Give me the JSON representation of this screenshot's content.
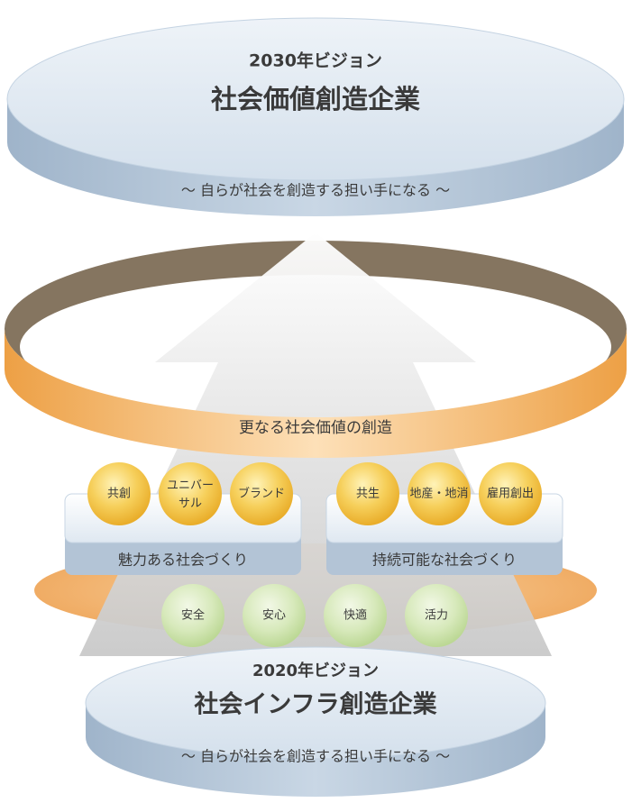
{
  "top_platform": {
    "year_label": "2030年ビジョン",
    "title": "社会価値創造企業",
    "tagline": "〜 自らが社会を創造する担い手になる 〜"
  },
  "ring": {
    "label": "更なる社会価値の創造"
  },
  "left_group": {
    "label": "魅力ある社会づくり",
    "circles": [
      {
        "line1": "共創",
        "line2": ""
      },
      {
        "line1": "ユニバー",
        "line2": "サル"
      },
      {
        "line1": "ブランド",
        "line2": ""
      }
    ]
  },
  "right_group": {
    "label": "持続可能な社会づくり",
    "circles": [
      {
        "line1": "共生",
        "line2": ""
      },
      {
        "line1": "地産・地消",
        "line2": ""
      },
      {
        "line1": "雇用創出",
        "line2": ""
      }
    ]
  },
  "foundation_circles": [
    "安全",
    "安心",
    "快適",
    "活力"
  ],
  "bottom_platform": {
    "year_label": "2020年ビジョン",
    "title": "社会インフラ創造企業",
    "tagline": "〜 自らが社会を創造する担い手になる 〜"
  },
  "colors": {
    "platform_top": "#dde7f0",
    "platform_side": "#a9bdd2",
    "ring_dark": "#857560",
    "ring_orange": "#f2a450",
    "gold_circle": "#f2c24a",
    "green_circle": "#d4e7b6"
  }
}
